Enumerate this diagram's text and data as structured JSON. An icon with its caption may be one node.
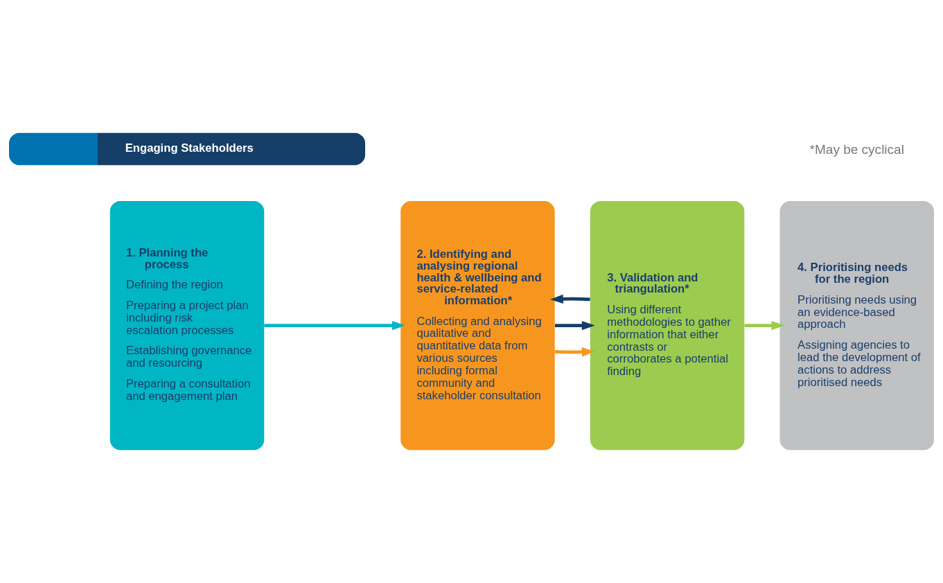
{
  "diagram": {
    "nodes": [
      {
        "text": [
          "1. Planning the process",
          "Defining the region",
          "Preparing a project plan including risk escalation processes",
          "Establishing governance and resourcing",
          "Preparing a consultation and engagement plan"
        ]
      },
      {
        "text": [
          "2. Identifying and analysing regional health & wellbeing and service-related information*",
          "Collecting and analysing qualitative and quantitative data from various sources including formal community and stakeholder consultation"
        ]
      },
      {
        "text": [
          "3. Validation and triangulation*",
          "Using different methodologies to gather information that either contrasts or corroborates a potential finding"
        ]
      },
      {
        "text": [
          "4. Prioritising needs for the region",
          "Prioritising needs using an evidence-based approach",
          "Assigning agencies to lead the development of actions to address prioritised needs"
        ]
      },
      {
        "text": [
          "Engaging Stakeholders"
        ]
      }
    ],
    "edges": [
      {
        "from": 0,
        "to": 1,
        "arrow": "to",
        "color": "#00b5c4"
      },
      {
        "from": 1,
        "to": 2,
        "arrow": "to",
        "color": "#f7961f"
      },
      {
        "from": 2,
        "to": 3,
        "arrow": "to",
        "color": "#9ccb4f"
      },
      {
        "from": 1,
        "to": 2,
        "arrow": "to",
        "color": "#153e69"
      },
      {
        "from": 2,
        "to": 1,
        "arrow": "to",
        "color": "#153e69"
      }
    ],
    "labels": [
      "*May be cyclical"
    ]
  }
}
